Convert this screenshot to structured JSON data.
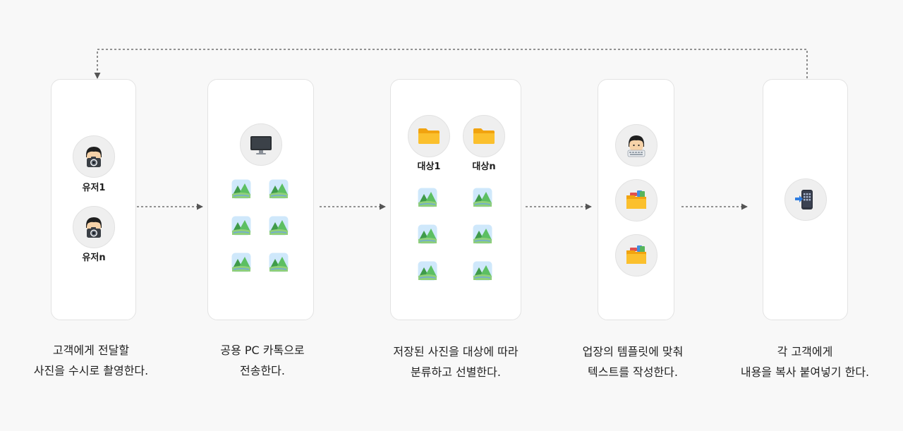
{
  "steps": [
    {
      "users": [
        "유저1",
        "유저n"
      ],
      "caption": [
        "고객에게 전달할",
        "사진을 수시로 촬영한다."
      ]
    },
    {
      "caption": [
        "공용 PC 카톡으로",
        "전송한다."
      ]
    },
    {
      "targets": [
        "대상1",
        "대상n"
      ],
      "caption": [
        "저장된 사진을 대상에 따라",
        "분류하고 선별한다."
      ]
    },
    {
      "caption": [
        "업장의 템플릿에 맞춰",
        "텍스트를 작성한다."
      ]
    },
    {
      "caption": [
        "각 고객에게",
        "내용을 복사 붙여넣기 한다."
      ]
    }
  ],
  "icons": {
    "user_camera": "person-with-camera-icon",
    "monitor": "desktop-monitor-icon",
    "folder": "folder-icon",
    "photo": "landscape-photo-icon",
    "user_keyboard": "person-typing-icon",
    "colored_folder": "tabbed-folder-icon",
    "phone": "smartphone-input-icon"
  },
  "colors": {
    "background": "#f8f8f8",
    "card": "#ffffff",
    "connector": "#555555",
    "folder": "#f7b731",
    "phone_accent": "#2e7de1"
  }
}
